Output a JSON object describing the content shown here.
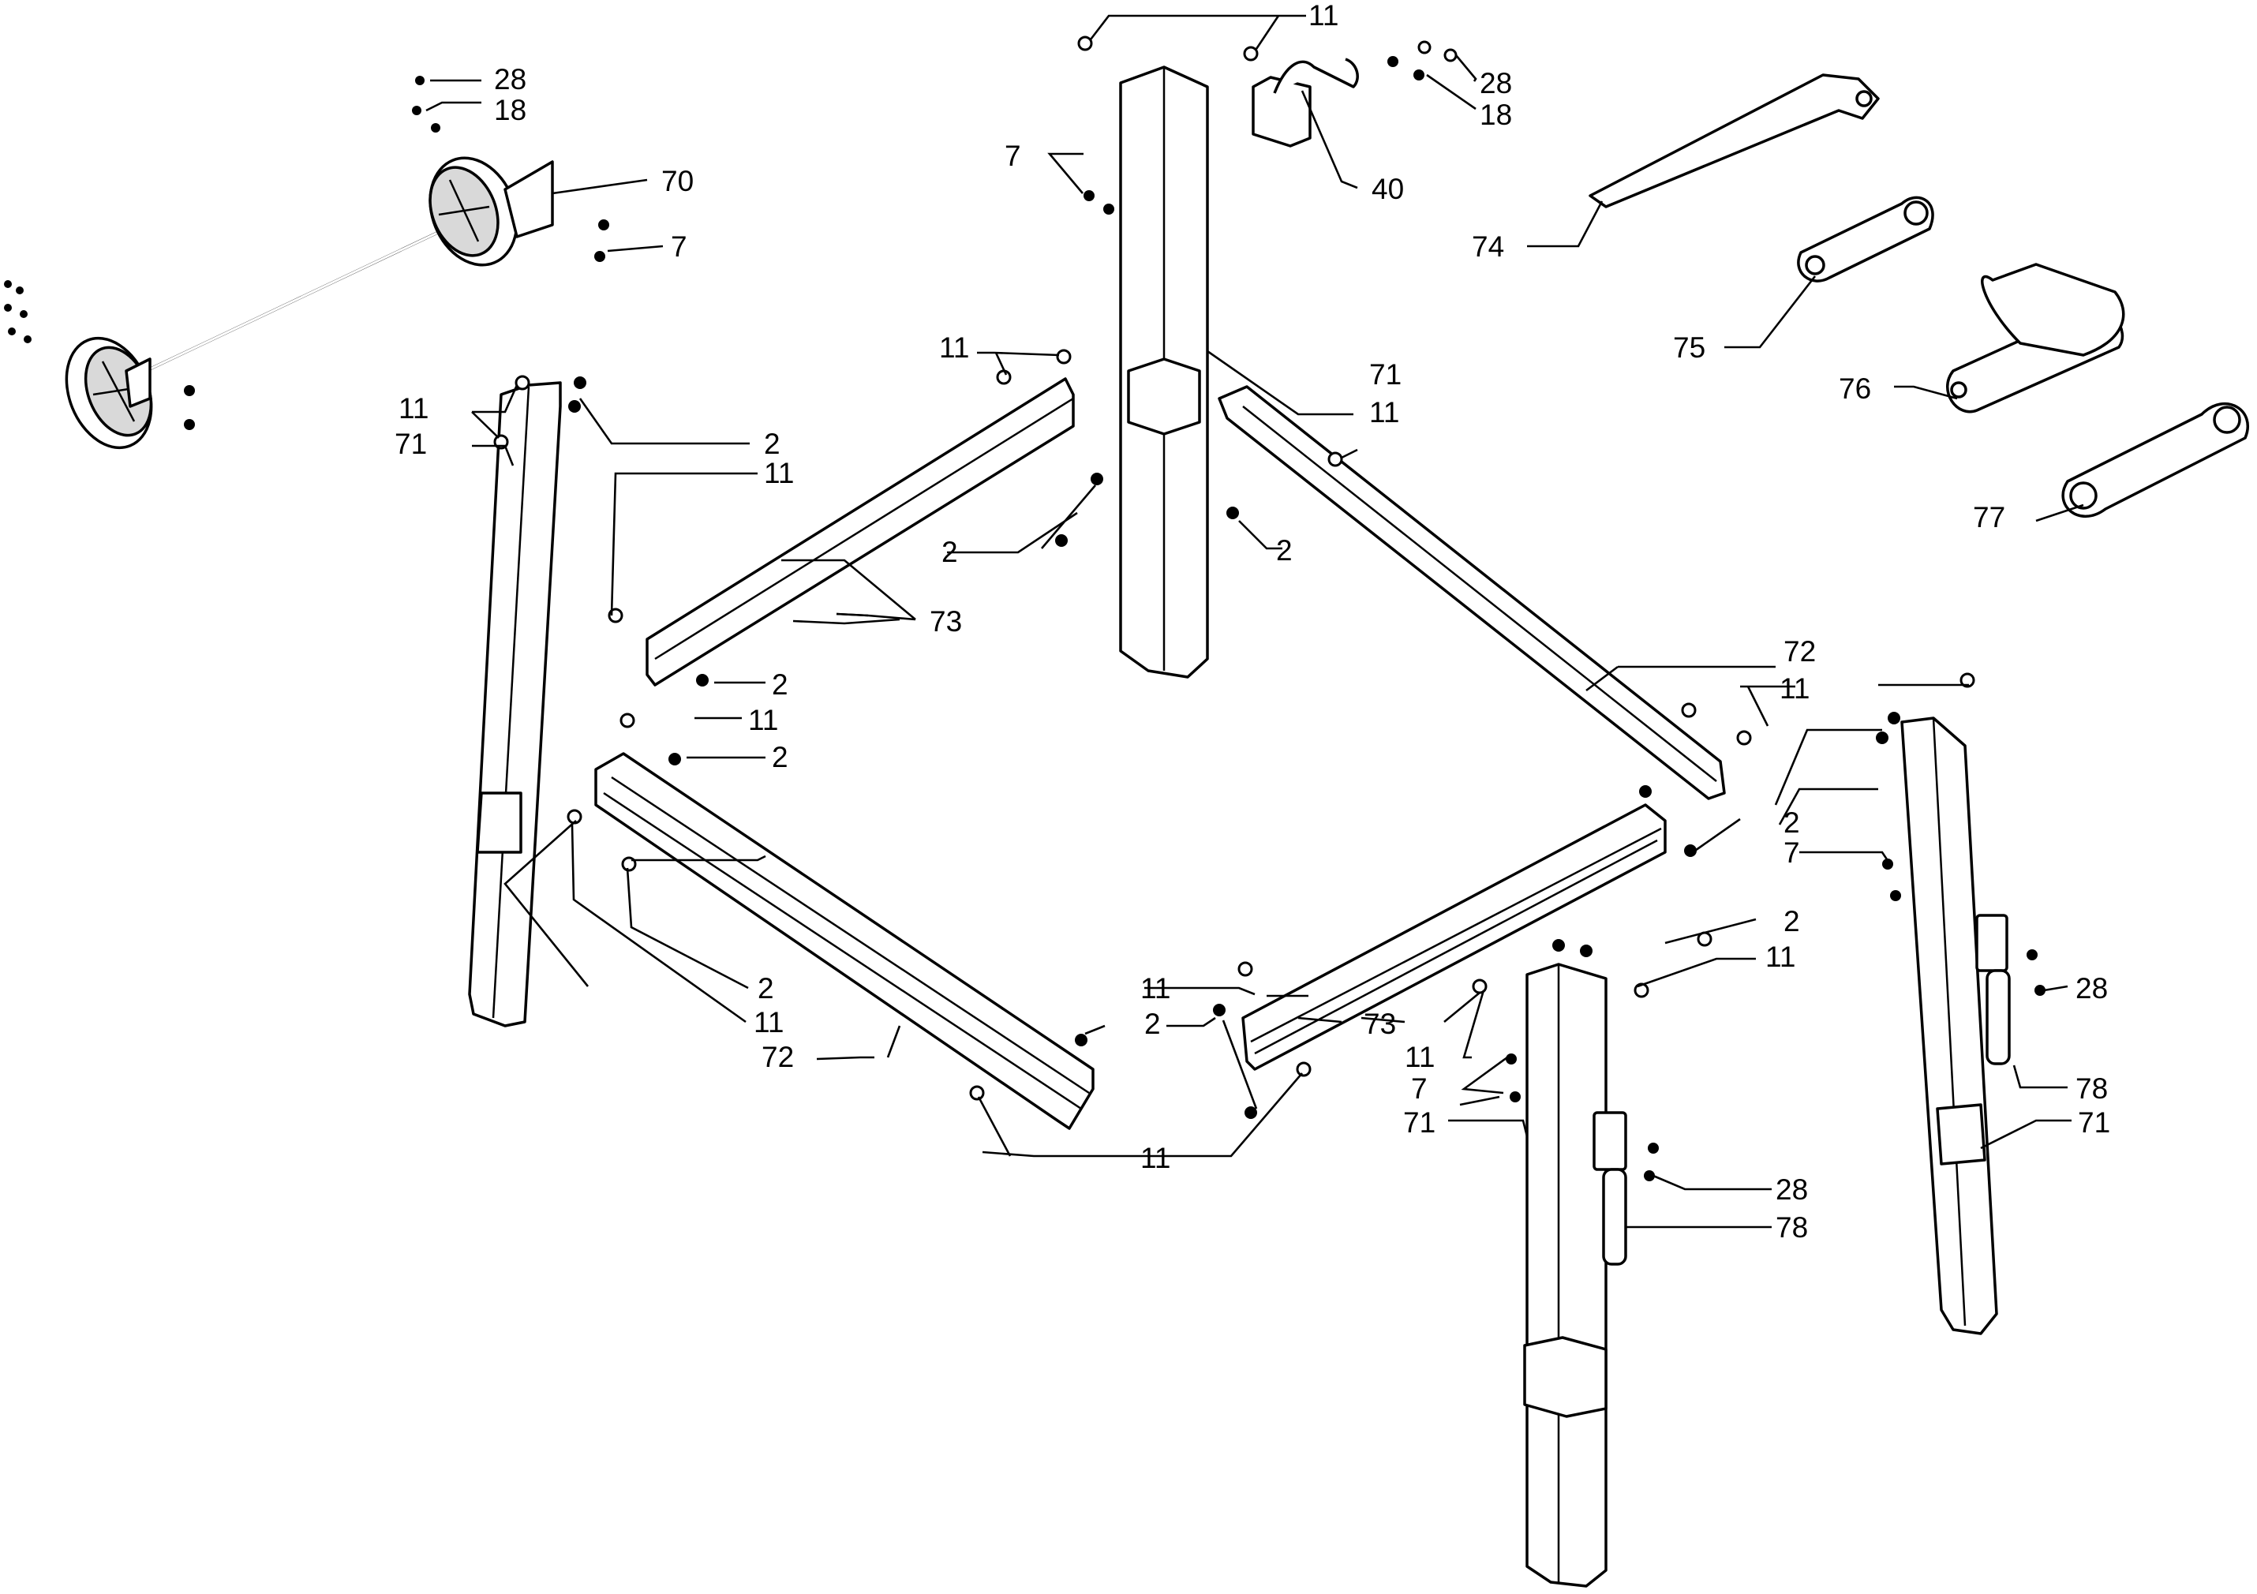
{
  "parts": [
    {
      "id": "p2",
      "number": "2"
    },
    {
      "id": "p7",
      "number": "7"
    },
    {
      "id": "p11",
      "number": "11"
    },
    {
      "id": "p18",
      "number": "18"
    },
    {
      "id": "p28",
      "number": "28"
    },
    {
      "id": "p40",
      "number": "40"
    },
    {
      "id": "p70",
      "number": "70"
    },
    {
      "id": "p71",
      "number": "71"
    },
    {
      "id": "p72",
      "number": "72"
    },
    {
      "id": "p73",
      "number": "73"
    },
    {
      "id": "p74",
      "number": "74"
    },
    {
      "id": "p75",
      "number": "75"
    },
    {
      "id": "p76",
      "number": "76"
    },
    {
      "id": "p77",
      "number": "77"
    },
    {
      "id": "p78",
      "number": "78"
    }
  ],
  "labels": {
    "n2": "2",
    "n7": "7",
    "n11": "11",
    "n18": "18",
    "n28": "28",
    "n40": "40",
    "n70": "70",
    "n71": "71",
    "n72": "72",
    "n73": "73",
    "n74": "74",
    "n75": "75",
    "n76": "76",
    "n77": "77",
    "n78": "78"
  }
}
